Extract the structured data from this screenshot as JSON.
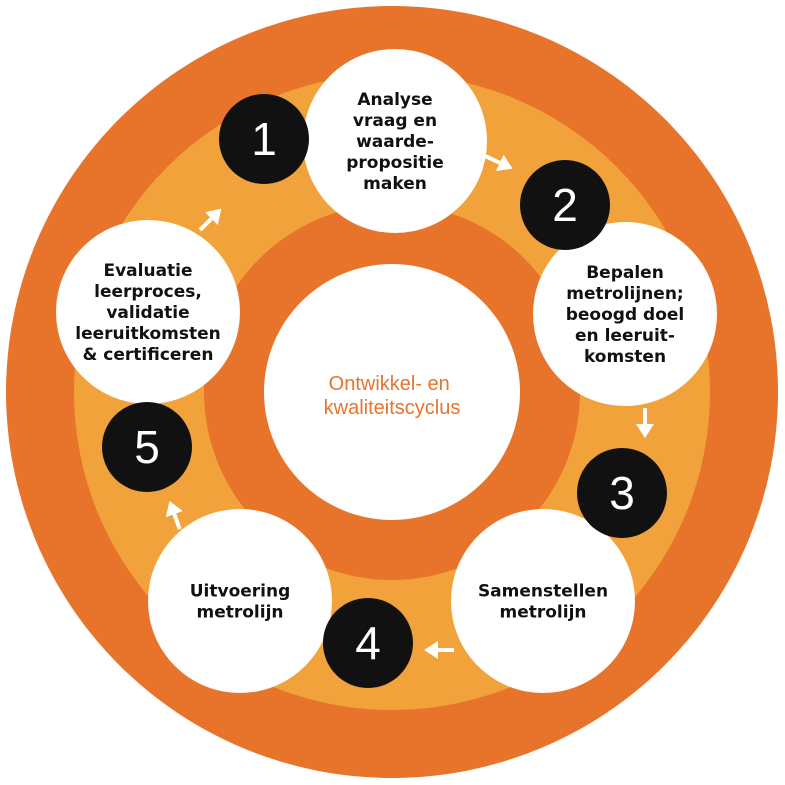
{
  "center": {
    "lines": [
      "Ontwikkel- en",
      "kwaliteitscyclus"
    ]
  },
  "colors": {
    "outer_ring": "#e8742c",
    "inner_ring": "#f2a23a",
    "center_text": "#e8742c",
    "badge": "#111111",
    "step_fill": "#ffffff"
  },
  "steps": [
    {
      "number": "1",
      "lines": [
        "Analyse",
        "vraag en",
        "waarde-",
        "propositie",
        "maken"
      ]
    },
    {
      "number": "2",
      "lines": [
        "Bepalen",
        "metrolijnen;",
        "beoogd doel",
        "en leeruit-",
        "komsten"
      ]
    },
    {
      "number": "3",
      "lines": [
        "Samenstellen",
        "metrolijn"
      ]
    },
    {
      "number": "4",
      "lines": [
        "Uitvoering",
        "metrolijn"
      ]
    },
    {
      "number": "5",
      "lines": [
        "Evaluatie",
        "leerproces,",
        "validatie",
        "leeruitkomsten",
        "& certificeren"
      ]
    }
  ],
  "arrow_icon": "arrow-right-icon"
}
